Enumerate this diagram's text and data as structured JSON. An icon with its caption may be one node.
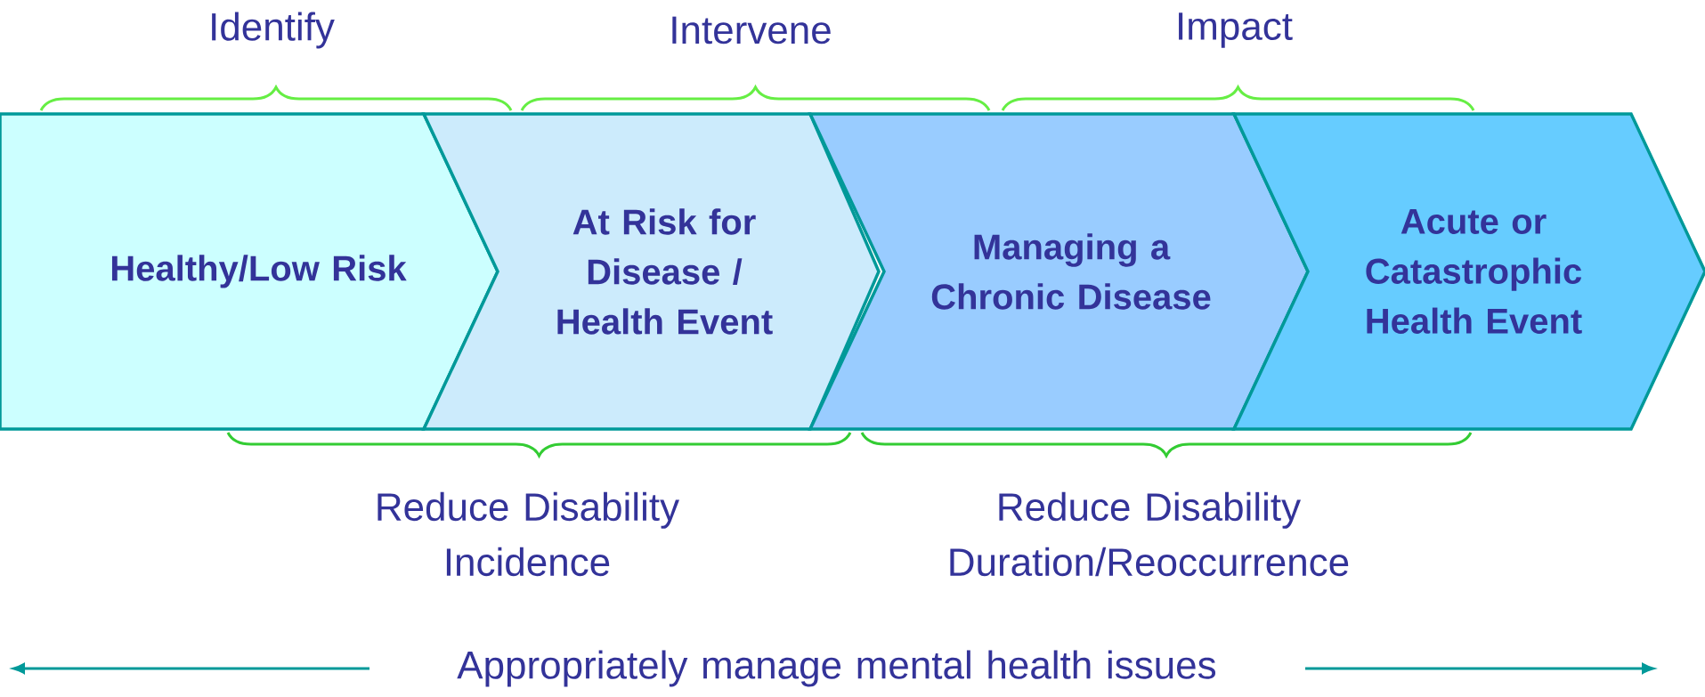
{
  "diagram": {
    "nodes": [
      {
        "text": [
          "Healthy/Low Risk"
        ]
      },
      {
        "text": [
          "At Risk for Disease / Health Event"
        ]
      },
      {
        "text": [
          "Managing a Chronic Disease"
        ]
      },
      {
        "text": [
          "Acute or Catastrophic Health Event"
        ]
      }
    ],
    "labels": [
      "Identify",
      "Intervene",
      "Impact",
      "Reduce Disability Incidence",
      "Reduce Disability Duration/Reoccurrence",
      "Appropriately manage mental health issues"
    ]
  }
}
